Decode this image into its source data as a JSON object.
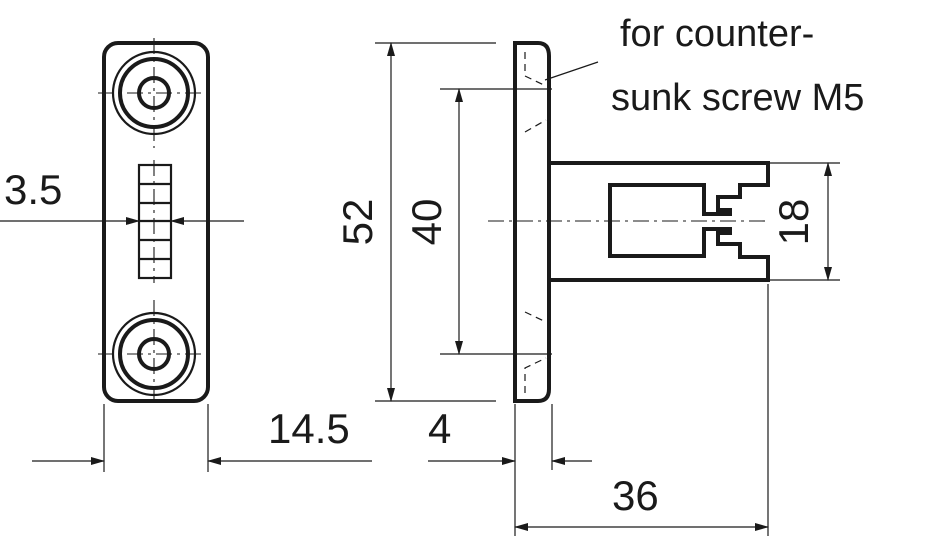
{
  "dimensions": {
    "thickness_front": "3.5",
    "height_total": "52",
    "hole_spacing": "40",
    "tongue_height": "18",
    "offset_left": "14.5",
    "plate_thickness": "4",
    "total_depth": "36"
  },
  "note": {
    "line1": "for counter-",
    "line2": "sunk screw M5"
  },
  "colors": {
    "line": "#1a1a1a",
    "background": "#ffffff"
  }
}
